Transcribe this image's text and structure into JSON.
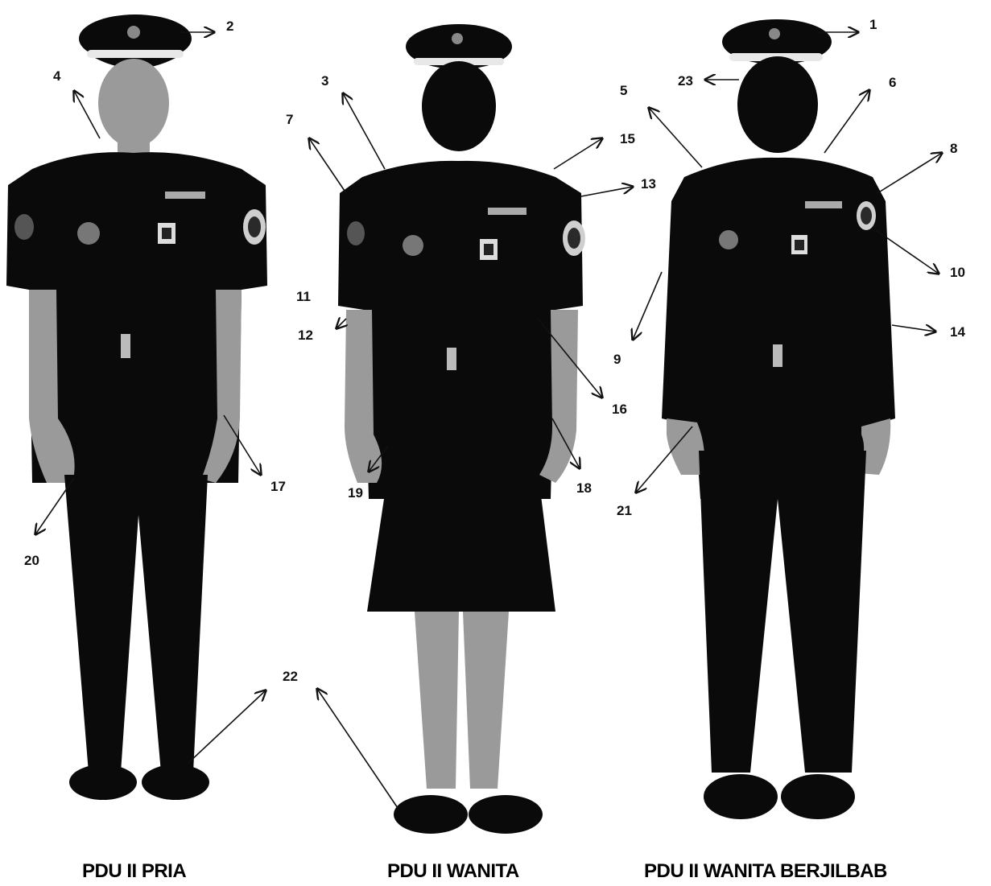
{
  "figures": [
    {
      "key": "pria",
      "caption": "PDU II PRIA"
    },
    {
      "key": "wanita",
      "caption": "PDU II WANITA"
    },
    {
      "key": "jilbab",
      "caption": "PDU II WANITA BERJILBAB"
    }
  ],
  "callouts": [
    {
      "label": "1"
    },
    {
      "label": "2"
    },
    {
      "label": "3"
    },
    {
      "label": "4"
    },
    {
      "label": "5"
    },
    {
      "label": "6"
    },
    {
      "label": "7"
    },
    {
      "label": "8"
    },
    {
      "label": "9"
    },
    {
      "label": "10"
    },
    {
      "label": "11"
    },
    {
      "label": "12"
    },
    {
      "label": "13"
    },
    {
      "label": "14"
    },
    {
      "label": "15"
    },
    {
      "label": "16"
    },
    {
      "label": "17"
    },
    {
      "label": "18"
    },
    {
      "label": "19"
    },
    {
      "label": "20"
    },
    {
      "label": "21"
    },
    {
      "label": "22"
    },
    {
      "label": "23"
    }
  ]
}
